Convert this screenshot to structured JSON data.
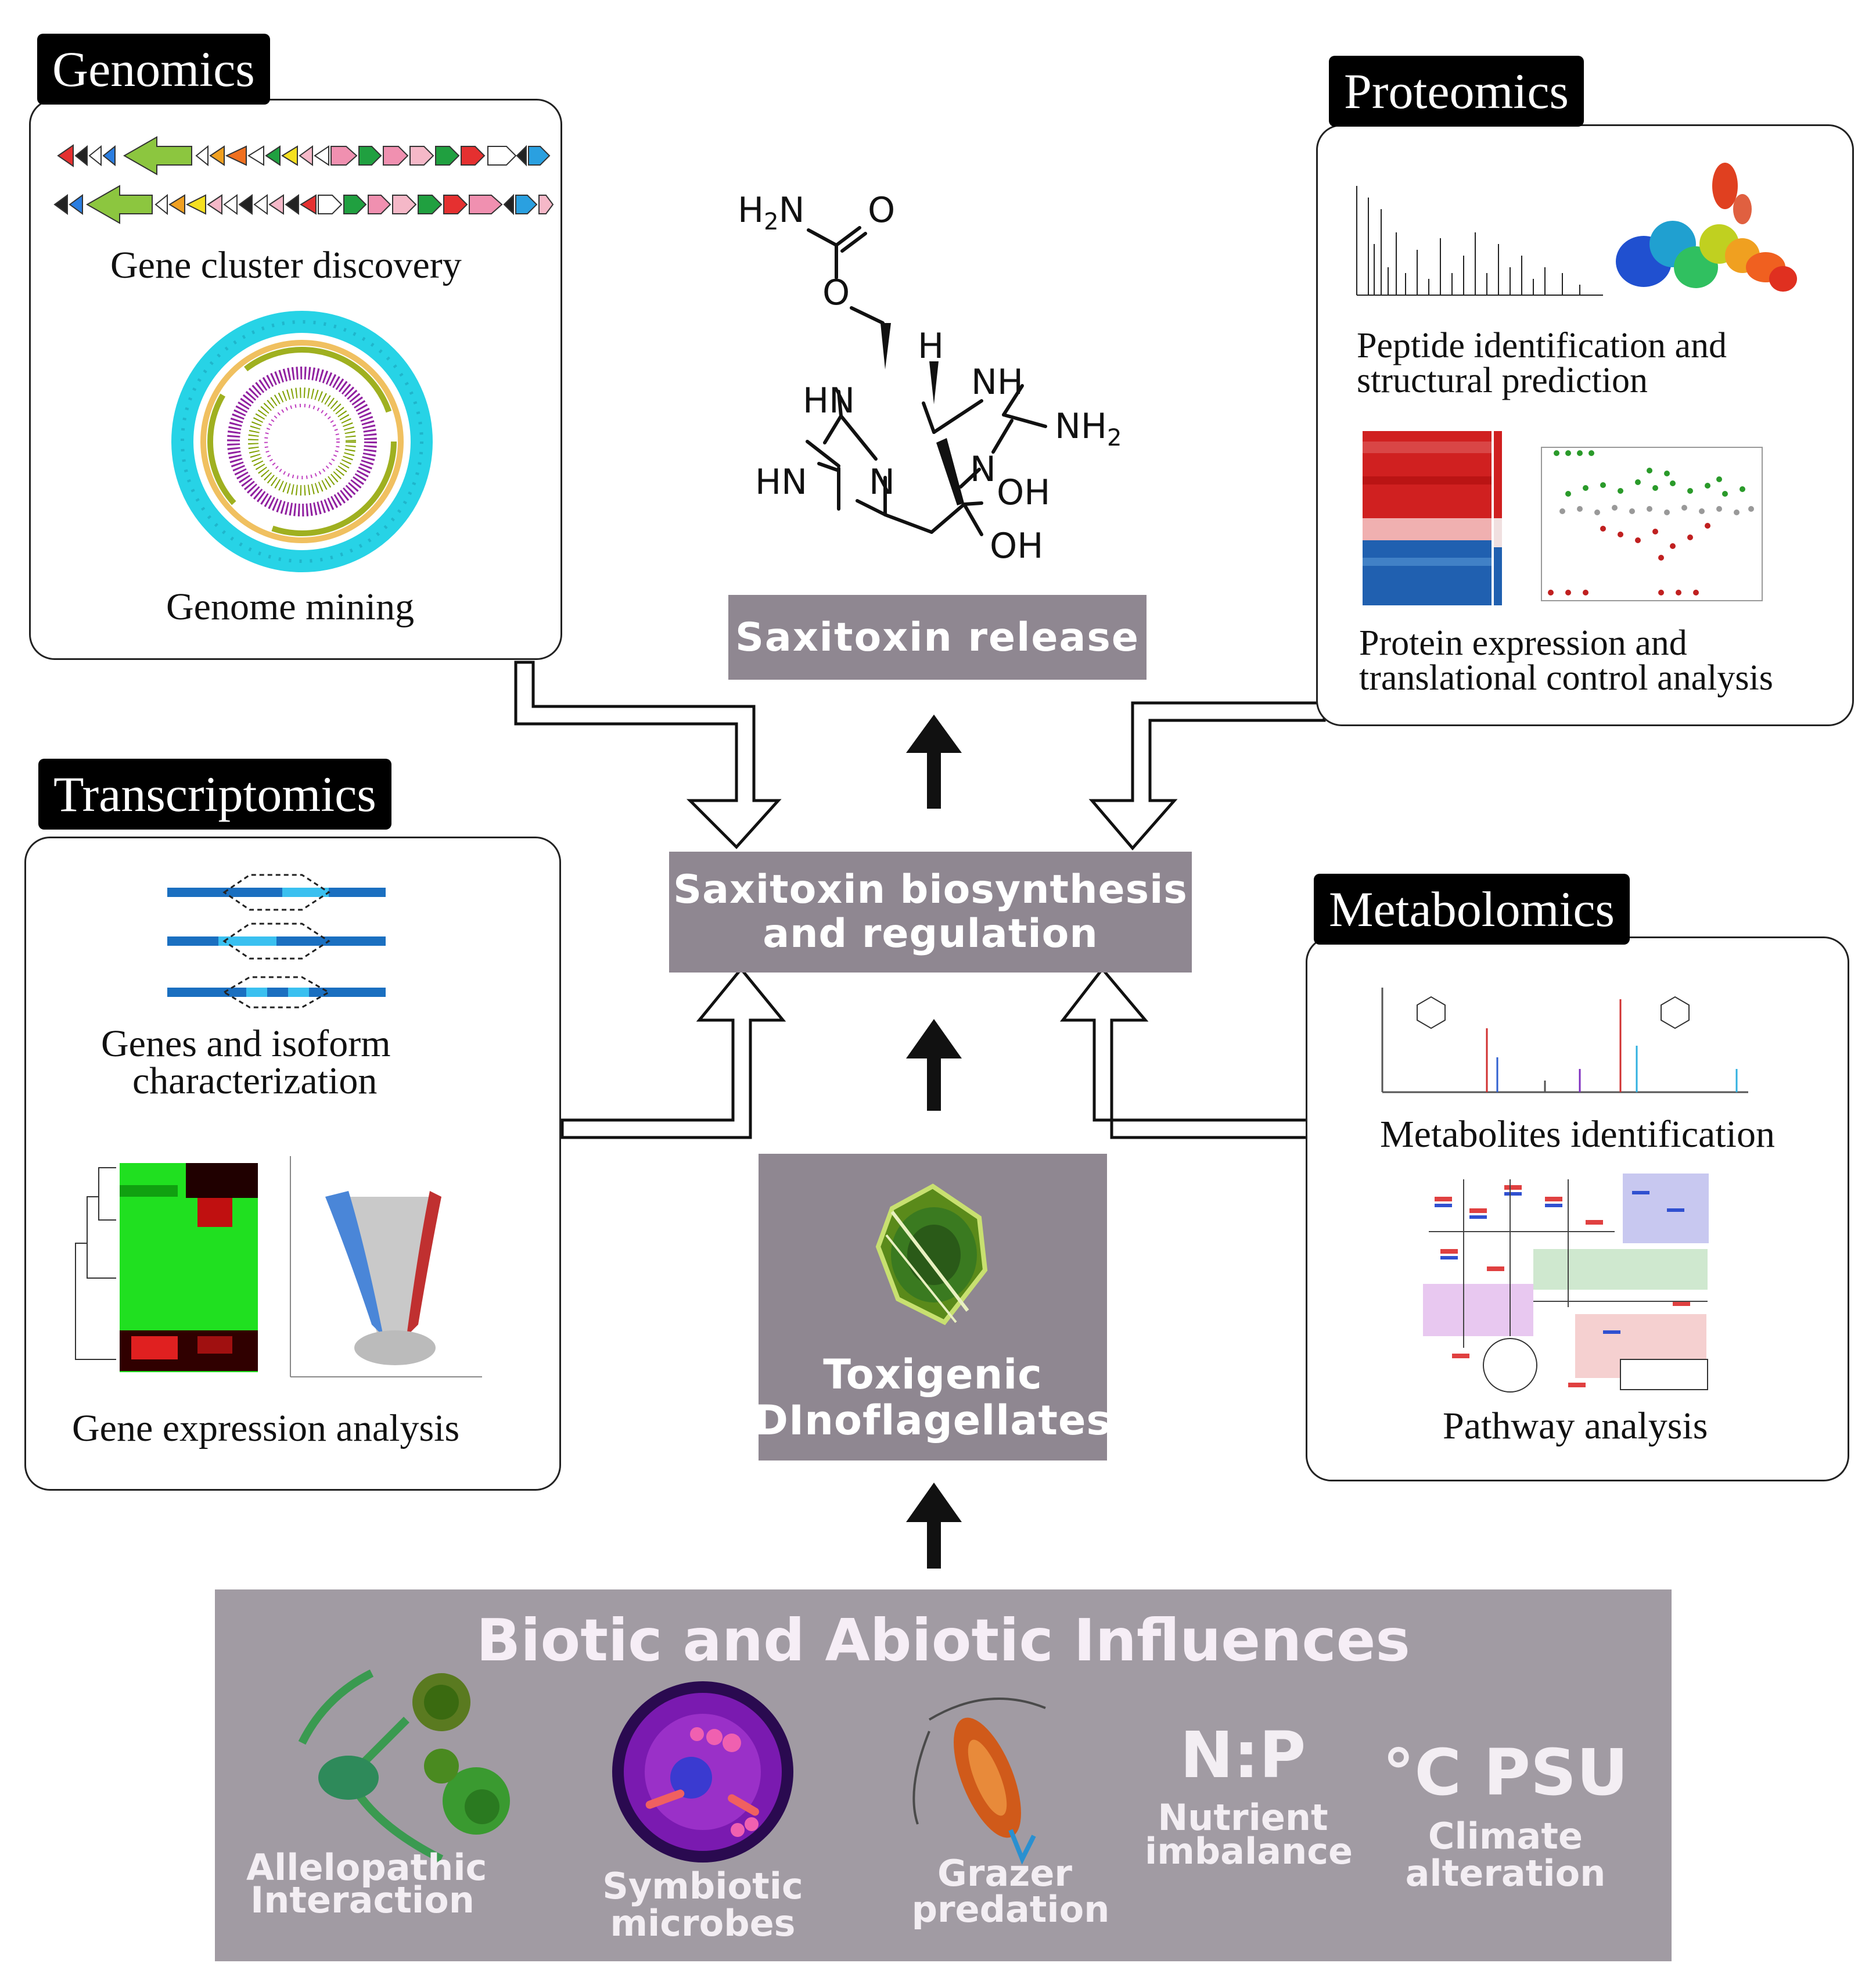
{
  "sections": {
    "genomics": {
      "tag": "Genomics",
      "items": [
        "Gene cluster discovery",
        "Genome mining"
      ]
    },
    "proteomics": {
      "tag": "Proteomics",
      "items": [
        "Peptide identification and",
        "structural prediction",
        "Protein expression and",
        "translational control analysis"
      ]
    },
    "transcriptomics": {
      "tag": "Transcriptomics",
      "items": [
        "Genes and isoform",
        "characterization",
        "Gene expression analysis"
      ]
    },
    "metabolomics": {
      "tag": "Metabolomics",
      "items": [
        "Metabolites identification",
        "Pathway analysis"
      ]
    }
  },
  "molecule": {
    "atoms": [
      "H2N",
      "O",
      "O",
      "H",
      "NH",
      "HN",
      "NH2",
      "HN",
      "N",
      "N",
      "OH",
      "OH"
    ]
  },
  "center": {
    "release": "Saxitoxin release",
    "biosynthesis_line1": "Saxitoxin biosynthesis",
    "biosynthesis_line2": "and regulation",
    "organism_line1": "Toxigenic",
    "organism_line2": "DInoflagellates"
  },
  "influences": {
    "title": "Biotic and Abiotic Influences",
    "allelopathic": [
      "Allelopathic",
      "Interaction"
    ],
    "symbiotic": [
      "Symbiotic",
      "microbes"
    ],
    "grazer": [
      "Grazer",
      "predation"
    ],
    "nutrient_symbol": "N:P",
    "nutrient": [
      "Nutrient",
      "imbalance"
    ],
    "climate_symbol": "°C PSU",
    "climate": [
      "Climate",
      "alteration"
    ]
  },
  "colors": {
    "box_grey": "#8f8791",
    "bottom_grey": "#a19ba3",
    "heat_red": "#d02020",
    "heat_blue": "#2060b0",
    "green": "#33cc33"
  }
}
